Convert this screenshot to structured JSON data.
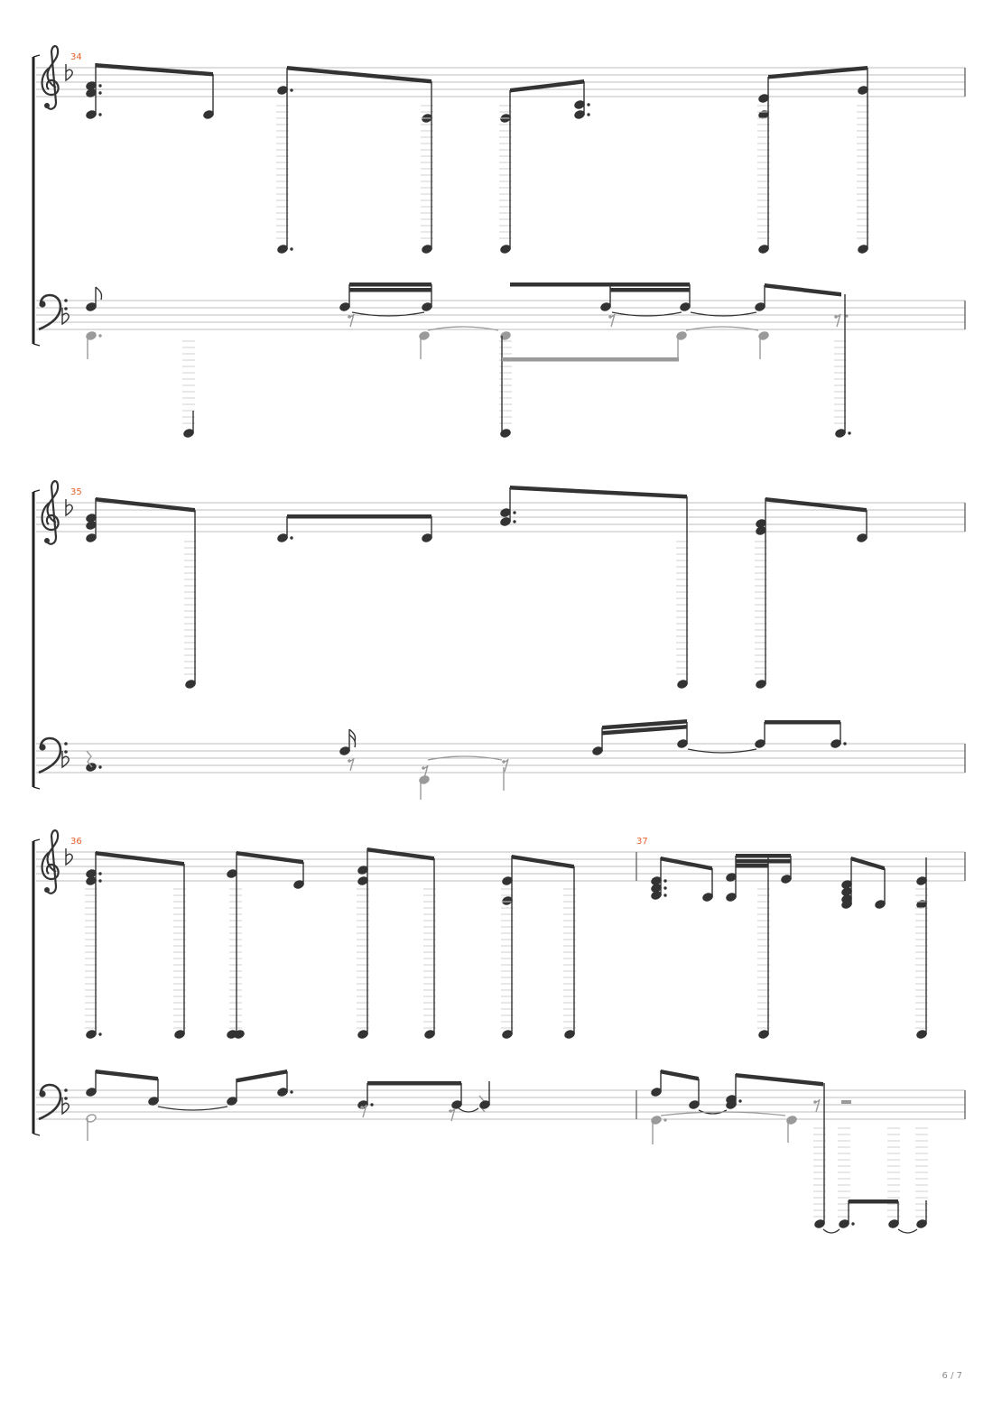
{
  "page": {
    "number_label": "6 / 7"
  },
  "systems": [
    {
      "measures": [
        {
          "number": "34"
        }
      ]
    },
    {
      "measures": [
        {
          "number": "35"
        }
      ]
    },
    {
      "measures": [
        {
          "number": "36"
        },
        {
          "number": "37"
        }
      ]
    }
  ],
  "notation": {
    "key_signature": "F major (one flat)",
    "upper_clef": "treble",
    "lower_clef": "bass",
    "colors": {
      "primary": "#333333",
      "secondary_voice": "#9a9a9a",
      "measure_number": "#e8622a",
      "staff_line": "#bdbdbd"
    }
  }
}
